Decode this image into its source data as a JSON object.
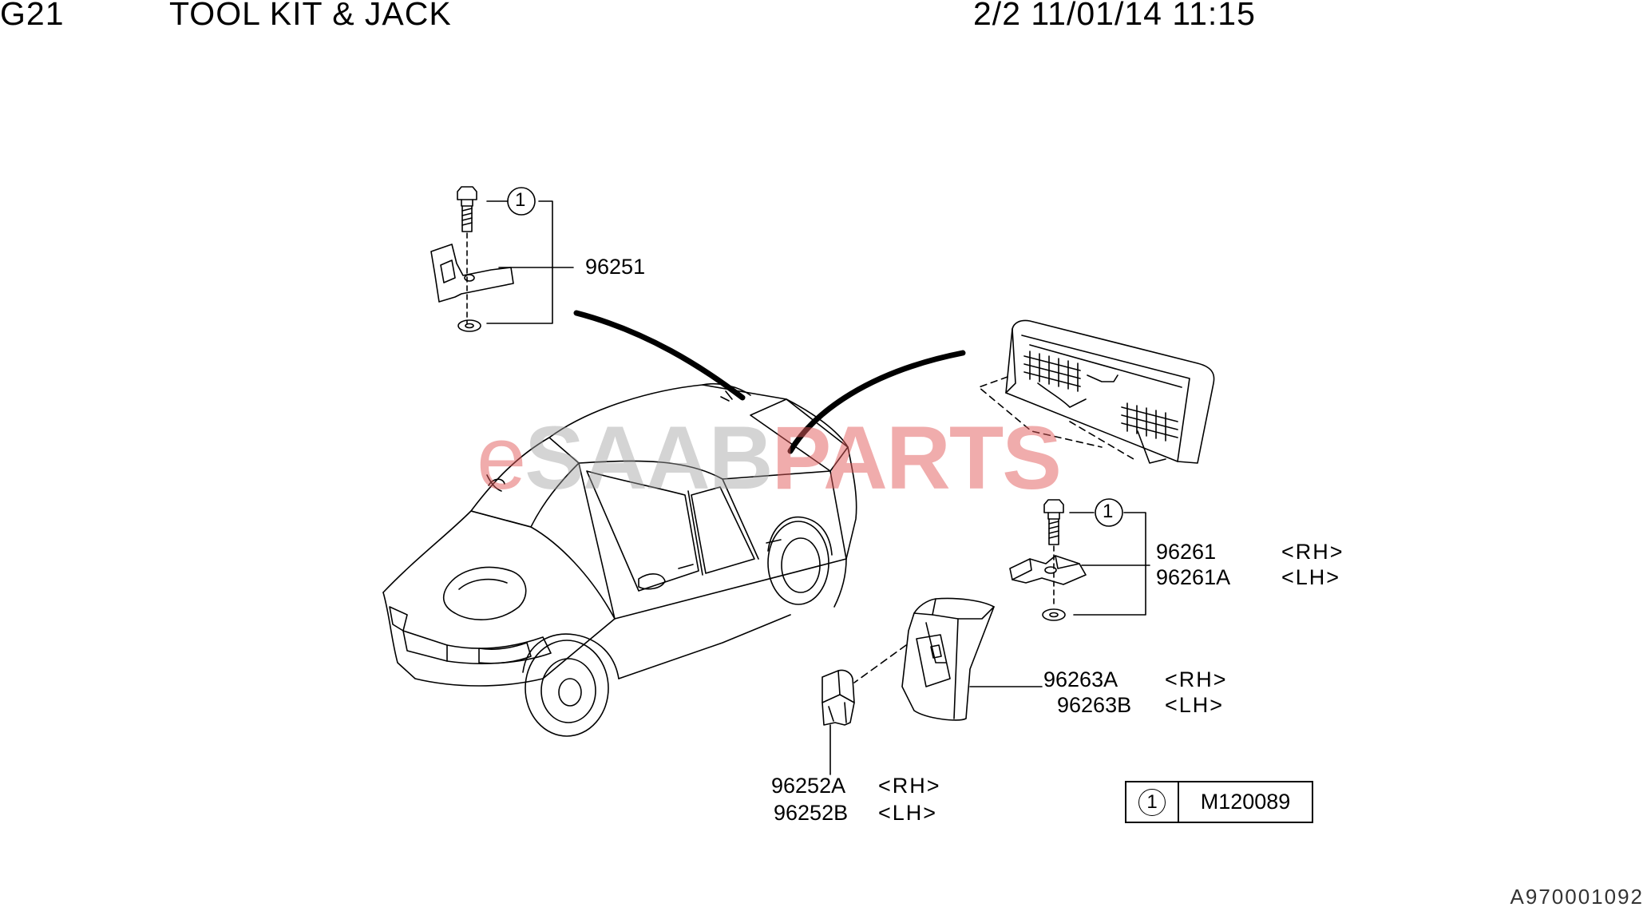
{
  "header": {
    "code": "G21",
    "title": "TOOL KIT & JACK",
    "page_info": "2/2 11/01/14 11:15"
  },
  "watermark": {
    "prefix": "e",
    "brand": "SAAB",
    "suffix": "PARTS",
    "color": "#e25a5a"
  },
  "callouts": {
    "c96251": {
      "number": "96251"
    },
    "c96261": {
      "number_rh": "96261",
      "side_rh": "<RH>",
      "number_lh": "96261A",
      "side_lh": "<LH>"
    },
    "c96263": {
      "number_rh": "96263A",
      "side_rh": "<RH>",
      "number_lh": "96263B",
      "side_lh": "<LH>"
    },
    "c96252": {
      "number_rh": "96252A",
      "side_rh": "<RH>",
      "number_lh": "96252B",
      "side_lh": "<LH>"
    }
  },
  "reference_marker": "1",
  "legend": {
    "marker": "1",
    "part_number": "M120089"
  },
  "footer": {
    "image_code": "A970001092"
  }
}
